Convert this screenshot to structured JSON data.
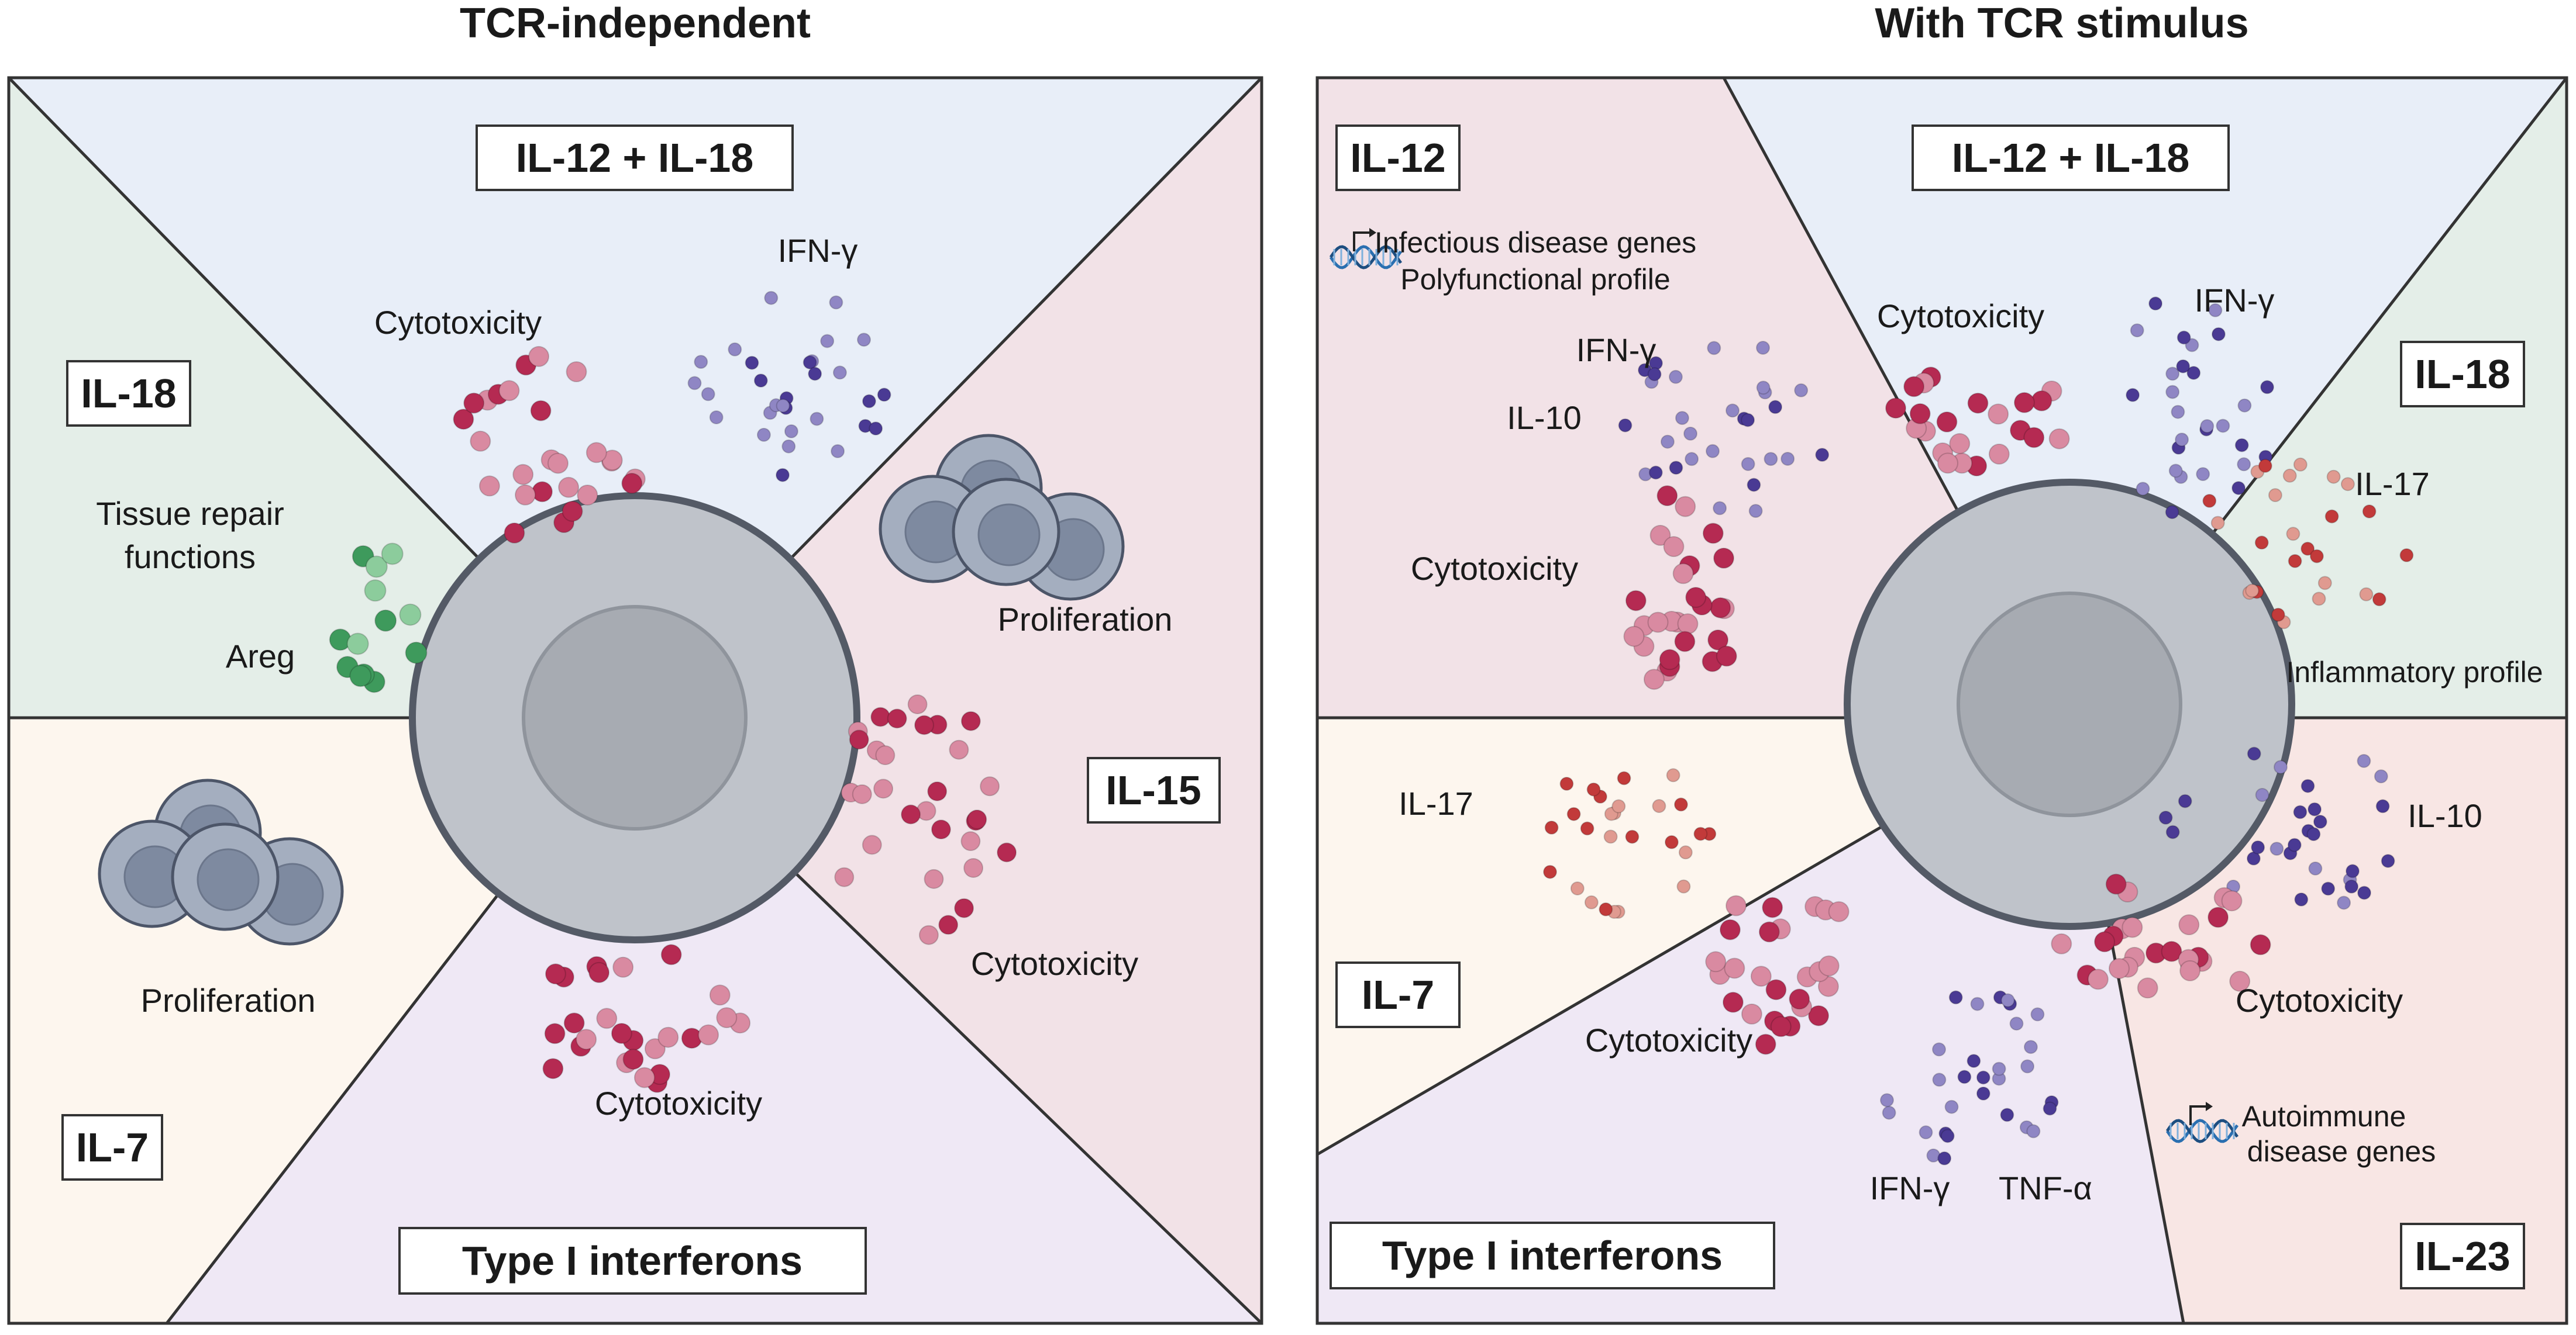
{
  "colors": {
    "blue": "#e8eef8",
    "pink": "#f2e2e7",
    "green": "#e4eee8",
    "cream": "#fdf6ee",
    "lavender": "#efe8f5",
    "salmon": "#f8e6e4",
    "cell_outer": "#bfc3ca",
    "cell_inner": "#a7abb2",
    "cell_stroke": "#545a66",
    "cytotox_dark": "#b52a52",
    "cytotox_light": "#d98aa1",
    "ifn": "#4a3a94",
    "ifn_light": "#8f86c4",
    "areg": "#3e9a5c",
    "areg_light": "#8ccc9c",
    "il17": "#c23a3a",
    "il17_light": "#e09a90",
    "prolif_outer": "#a4aebf",
    "prolif_inner": "#7e8aa0",
    "prolif_stroke": "#4c5568",
    "dna": "#2a6fb0"
  },
  "left": {
    "title": "TCR-independent",
    "boxes": {
      "il12_18": "IL-12 + IL-18",
      "il18": "IL-18",
      "il15": "IL-15",
      "il7": "IL-7",
      "type1": "Type I interferons"
    },
    "labels": {
      "cytotox_top": "Cytotoxicity",
      "ifn": "IFN-γ",
      "tissue1": "Tissue repair",
      "tissue2": "functions",
      "areg": "Areg",
      "prolif_right": "Proliferation",
      "prolif_left": "Proliferation",
      "cytotox_right": "Cytotoxicity",
      "cytotox_bottom": "Cytotoxicity"
    }
  },
  "right": {
    "title": "With TCR stimulus",
    "boxes": {
      "il12": "IL-12",
      "il12_18": "IL-12 + IL-18",
      "il18": "IL-18",
      "il7": "IL-7",
      "type1": "Type I interferons",
      "il23": "IL-23"
    },
    "labels": {
      "infectious": "Infectious disease genes",
      "polyfunctional": "Polyfunctional profile",
      "ifn_left": "IFN-γ",
      "il10_left": "IL-10",
      "cytotox_left": "Cytotoxicity",
      "cytotox_top": "Cytotoxicity",
      "ifn_top": "IFN-γ",
      "il17_right": "IL-17",
      "inflammatory": "Inflammatory profile",
      "il17_left": "IL-17",
      "il10_right": "IL-10",
      "cytotox_br": "Cytotoxicity",
      "cytotox_bottom": "Cytotoxicity",
      "ifn_bottom": "IFN-γ",
      "tnf": "TNF-α",
      "autoimmune1": "Autoimmune",
      "autoimmune2": "disease genes"
    }
  }
}
